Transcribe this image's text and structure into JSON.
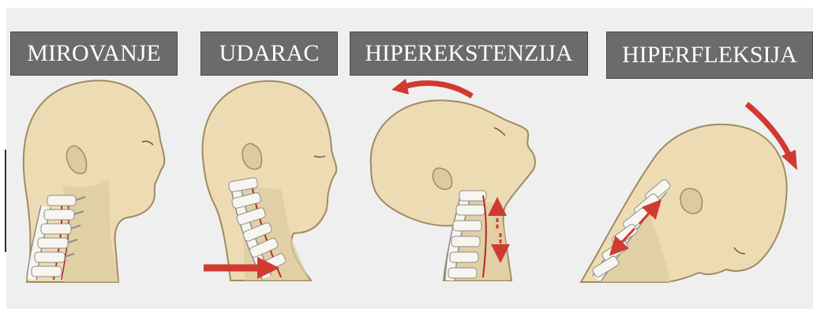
{
  "labels": [
    "MIROVANJE",
    "UDARAC",
    "HIPEREKSTENZIJA",
    "HIPERFLEKSIJA"
  ],
  "colors": {
    "skin": "#eddcb3",
    "skin_shadow": "#dccb9f",
    "outline": "#a08a62",
    "bone": "#f7f5ef",
    "bone_outline": "#8d8d8d",
    "vessel": "#b02a2a",
    "arrow": "#d03a30",
    "label_bg": "#6b6b6b",
    "label_text": "#ffffff"
  }
}
